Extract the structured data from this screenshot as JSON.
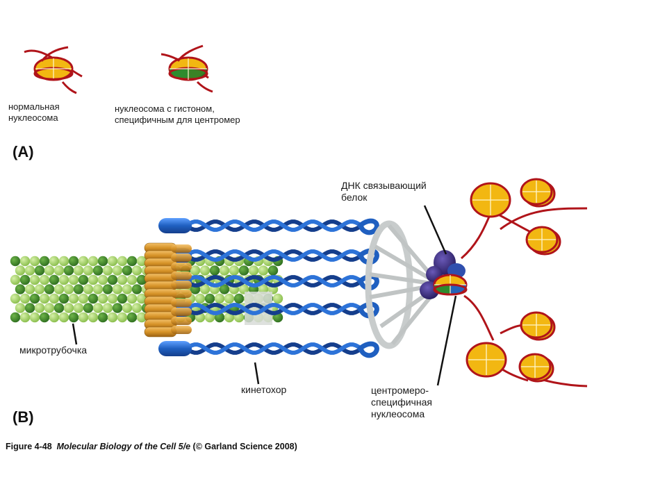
{
  "panel_a": {
    "letter": "(A)",
    "normal_label": "нормальная\nнуклеосома",
    "centromeric_label": "нуклеосома с гистоном,\nспецифичным для центромер"
  },
  "panel_b": {
    "letter": "(B)",
    "dna_binding_label": "ДНК связывающий\nбелок",
    "microtubule_label": "микротрубочка",
    "kinetochore_label": "кинетохор",
    "centromeric_nucleosome_label": "центромеро-\nспецифичная\nнуклеосома"
  },
  "caption": {
    "figure": "Figure 4-48",
    "title": "Molecular Biology of the Cell 5/e",
    "copyright": "(© Garland Science 2008)"
  },
  "colors": {
    "histone_yellow": "#f2b712",
    "dna_red": "#b0141a",
    "kinetochore_blue": "#1f5fc0",
    "kinetochore_dark": "#173a8a",
    "tubulin_light": "#9ccc5c",
    "tubulin_dark": "#3f8a2a",
    "ring_orange": "#d69227",
    "cenp_green": "#2e8b2e",
    "binding_protein_purple": "#3b2a7a",
    "spoke_grey": "#c8cccc"
  },
  "icons": [
    "nucleosome-icon",
    "centromeric-nucleosome-icon"
  ]
}
